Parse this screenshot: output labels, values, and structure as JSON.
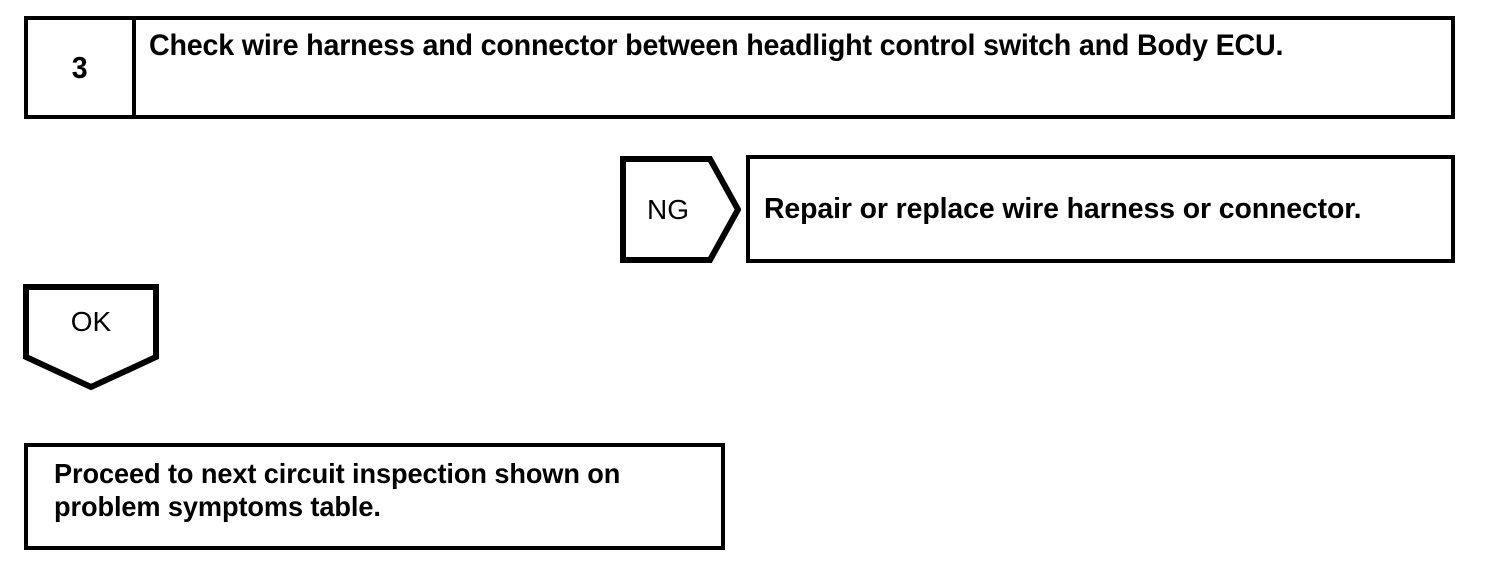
{
  "diagram": {
    "type": "troubleshooting-flowchart",
    "stroke_color": "#000000",
    "background_color": "#ffffff",
    "step": {
      "number": "3",
      "description": "Check wire harness and connector between headlight control switch and Body ECU."
    },
    "branches": [
      {
        "label": "NG",
        "shape": "right-pointing-pentagon",
        "result_box": "Repair or replace wire harness or connector."
      },
      {
        "label": "OK",
        "shape": "down-pointing-pentagon",
        "result_box": "Proceed to next circuit inspection shown on problem symptoms table."
      }
    ],
    "ng_result": "Repair or replace wire harness or connector.",
    "ok_result": "Proceed to next circuit inspection shown on problem symptoms table."
  }
}
